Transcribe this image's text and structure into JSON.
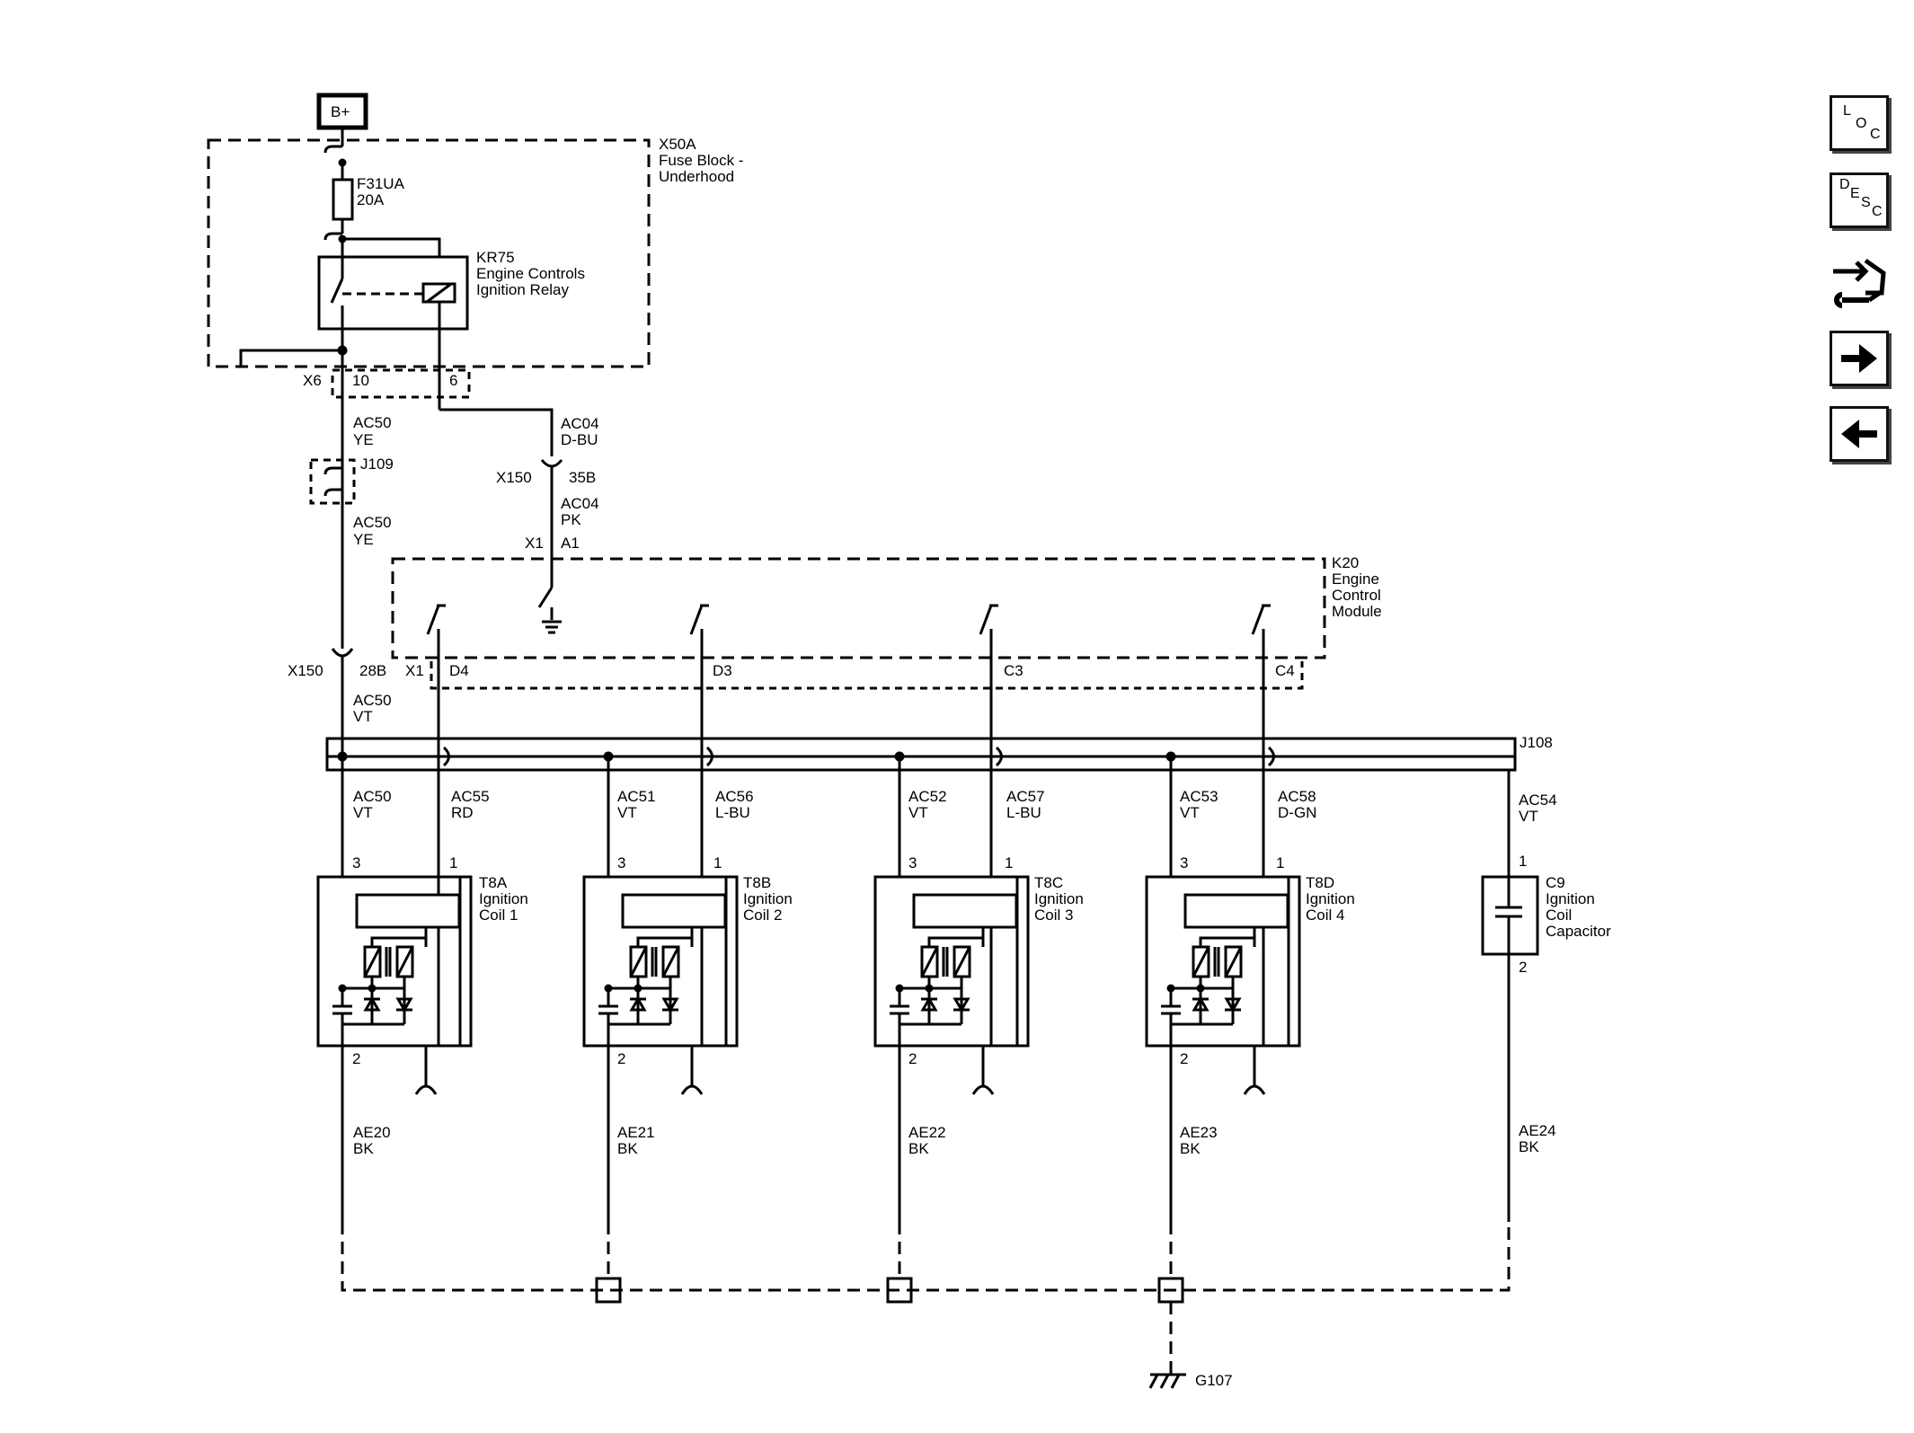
{
  "nav": {
    "loc": [
      "L",
      "O",
      "C"
    ],
    "desc": [
      "D",
      "E",
      "S",
      "C"
    ],
    "service_icon": "tool-arrows-icon",
    "next_icon": "arrow-right-icon",
    "prev_icon": "arrow-left-icon"
  },
  "power": {
    "label": "B+"
  },
  "fuse_block": {
    "ref": "X50A",
    "name_line1": "Fuse Block -",
    "name_line2": "Underhood"
  },
  "fuse": {
    "ref": "F31UA",
    "rating": "20A"
  },
  "relay": {
    "ref": "KR75",
    "name_line1": "Engine Controls",
    "name_line2": "Ignition Relay"
  },
  "connectors": {
    "x6": "X6",
    "x6_pin_a": "10",
    "x6_pin_b": "6",
    "x150_a": "X150",
    "x150_a_pin": "35B",
    "x150_b": "X150",
    "x150_b_pin": "28B",
    "x1_a": "X1",
    "x1_a_pin": "A1",
    "x1_b": "X1",
    "j109": "J109",
    "j108": "J108"
  },
  "wires": {
    "ac50_ye_1": [
      "AC50",
      "YE"
    ],
    "ac50_ye_2": [
      "AC50",
      "YE"
    ],
    "ac04_dbu": [
      "AC04",
      "D-BU"
    ],
    "ac04_pk": [
      "AC04",
      "PK"
    ],
    "ac50_vt_top": [
      "AC50",
      "VT"
    ]
  },
  "ecm": {
    "ref": "K20",
    "name_line1": "Engine",
    "name_line2": "Control",
    "name_line3": "Module",
    "pins": [
      "D4",
      "D3",
      "C3",
      "C4"
    ]
  },
  "coils": [
    {
      "ref": "T8A",
      "name1": "Ignition",
      "name2": "Coil 1",
      "pin_a": "3",
      "pin_b": "1",
      "pin_c": "2",
      "wire_a": [
        "AC50",
        "VT"
      ],
      "wire_b": [
        "AC55",
        "RD"
      ],
      "wire_gnd": [
        "AE20",
        "BK"
      ]
    },
    {
      "ref": "T8B",
      "name1": "Ignition",
      "name2": "Coil 2",
      "pin_a": "3",
      "pin_b": "1",
      "pin_c": "2",
      "wire_a": [
        "AC51",
        "VT"
      ],
      "wire_b": [
        "AC56",
        "L-BU"
      ],
      "wire_gnd": [
        "AE21",
        "BK"
      ]
    },
    {
      "ref": "T8C",
      "name1": "Ignition",
      "name2": "Coil 3",
      "pin_a": "3",
      "pin_b": "1",
      "pin_c": "2",
      "wire_a": [
        "AC52",
        "VT"
      ],
      "wire_b": [
        "AC57",
        "L-BU"
      ],
      "wire_gnd": [
        "AE22",
        "BK"
      ]
    },
    {
      "ref": "T8D",
      "name1": "Ignition",
      "name2": "Coil 4",
      "pin_a": "3",
      "pin_b": "1",
      "pin_c": "2",
      "wire_a": [
        "AC53",
        "VT"
      ],
      "wire_b": [
        "AC58",
        "D-GN"
      ],
      "wire_gnd": [
        "AE23",
        "BK"
      ]
    }
  ],
  "capacitor": {
    "ref": "C9",
    "name1": "Ignition",
    "name2": "Coil",
    "name3": "Capacitor",
    "pin_a": "1",
    "pin_b": "2",
    "wire_a": [
      "AC54",
      "VT"
    ],
    "wire_gnd": [
      "AE24",
      "BK"
    ]
  },
  "ground": {
    "ref": "G107"
  }
}
